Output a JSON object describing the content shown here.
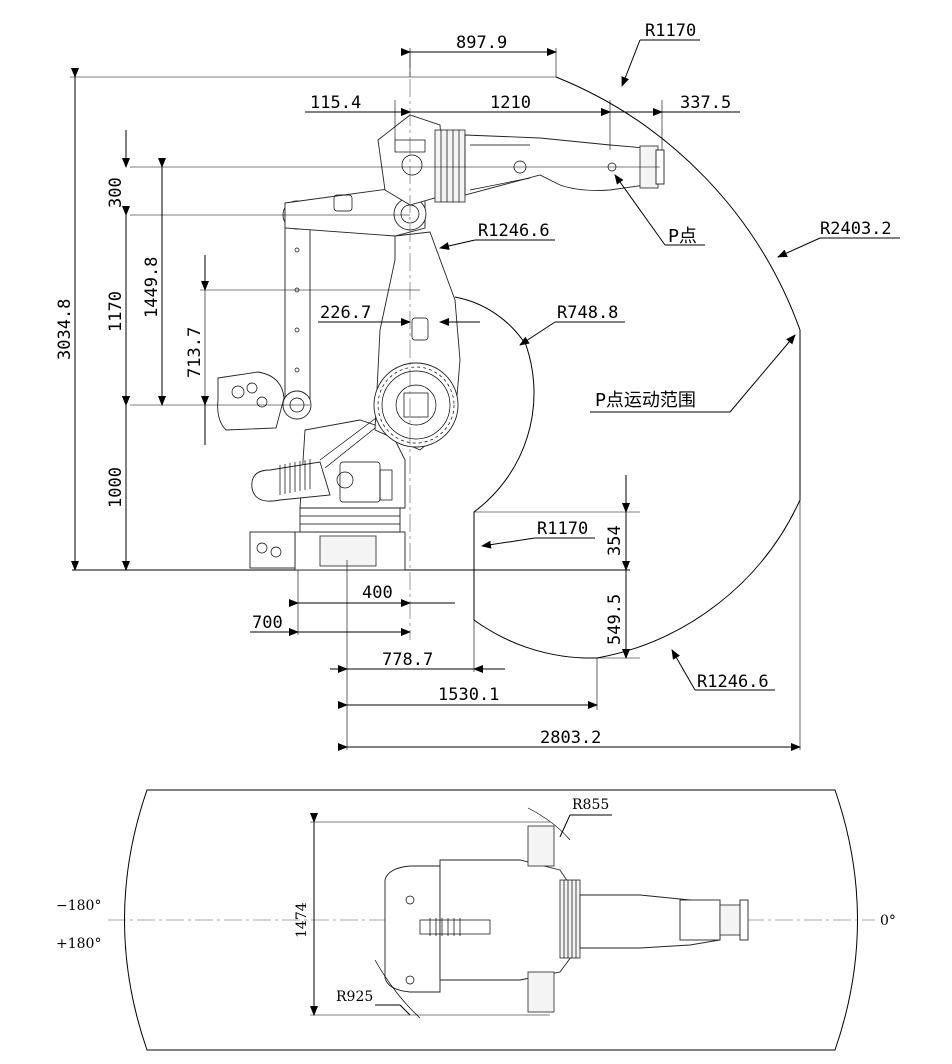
{
  "side_view": {
    "dimensions": {
      "d_897_9": "897.9",
      "r_1170_top": "R1170",
      "d_115_4": "115.4",
      "d_1210": "1210",
      "d_337_5": "337.5",
      "r_1246_6_upper": "R1246.6",
      "r_2403_2": "R2403.2",
      "d_226_7": "226.7",
      "r_748_8": "R748.8",
      "d_3034_8": "3034.8",
      "d_300": "300",
      "d_1449_8": "1449.8",
      "d_1170": "1170",
      "d_713_7": "713.7",
      "d_1000": "1000",
      "r_1170_inner": "R1170",
      "d_354": "354",
      "d_549_5": "549.5",
      "d_400": "400",
      "d_700": "700",
      "d_778_7": "778.7",
      "d_1530_1": "1530.1",
      "r_1246_6_lower": "R1246.6",
      "d_2803_2": "2803.2"
    },
    "labels": {
      "p_point": "P点",
      "p_range": "P点运动范围"
    }
  },
  "top_view": {
    "labels": {
      "neg180": "−180°",
      "pos180": "+180°",
      "zero": "0°",
      "r855": "R855",
      "r925": "R925",
      "d_1474": "1474"
    }
  }
}
